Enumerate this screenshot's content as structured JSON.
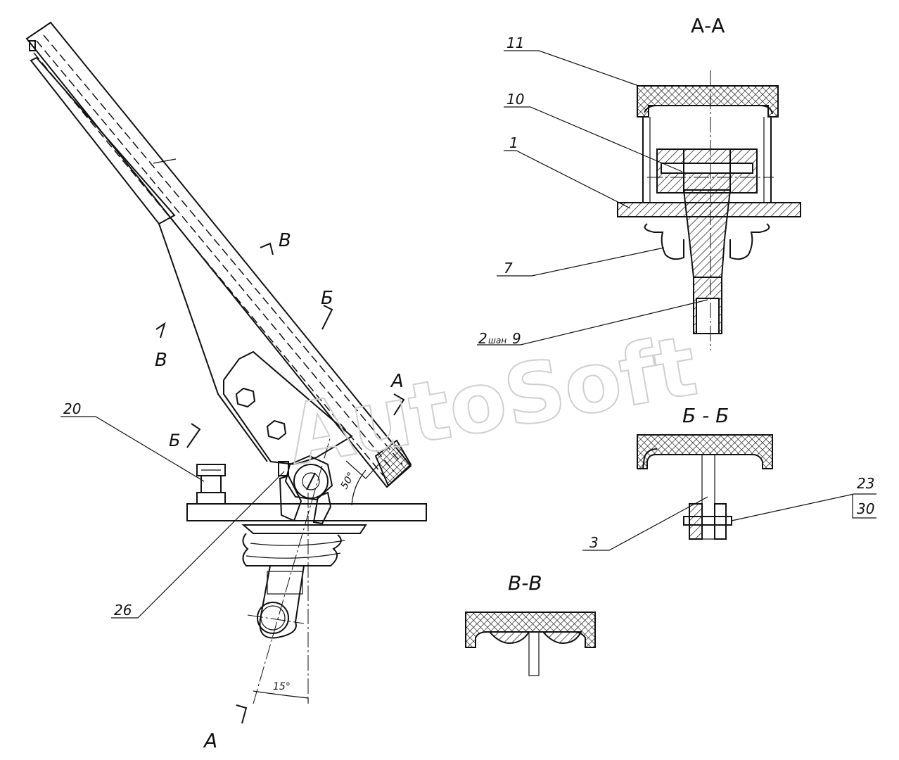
{
  "watermark": "AutoSoft",
  "sections": {
    "aa_title": "А-А",
    "bb_title": "Б - Б",
    "vv_title": "В-В"
  },
  "callouts": {
    "n11": "11",
    "n10": "10",
    "n1": "1",
    "n7": "7",
    "n2_prefix": "2",
    "n2_small": "шан",
    "n9": "9",
    "n20": "20",
    "n26": "26",
    "n3": "3",
    "n23": "23",
    "n30": "30"
  },
  "cut_marks": {
    "a_upper": "А",
    "a_lower": "А",
    "b_upper": "Б",
    "b_lower": "Б",
    "v_upper": "В",
    "v_lower": "В"
  },
  "angles": {
    "upper": "50°",
    "lower": "15°"
  }
}
